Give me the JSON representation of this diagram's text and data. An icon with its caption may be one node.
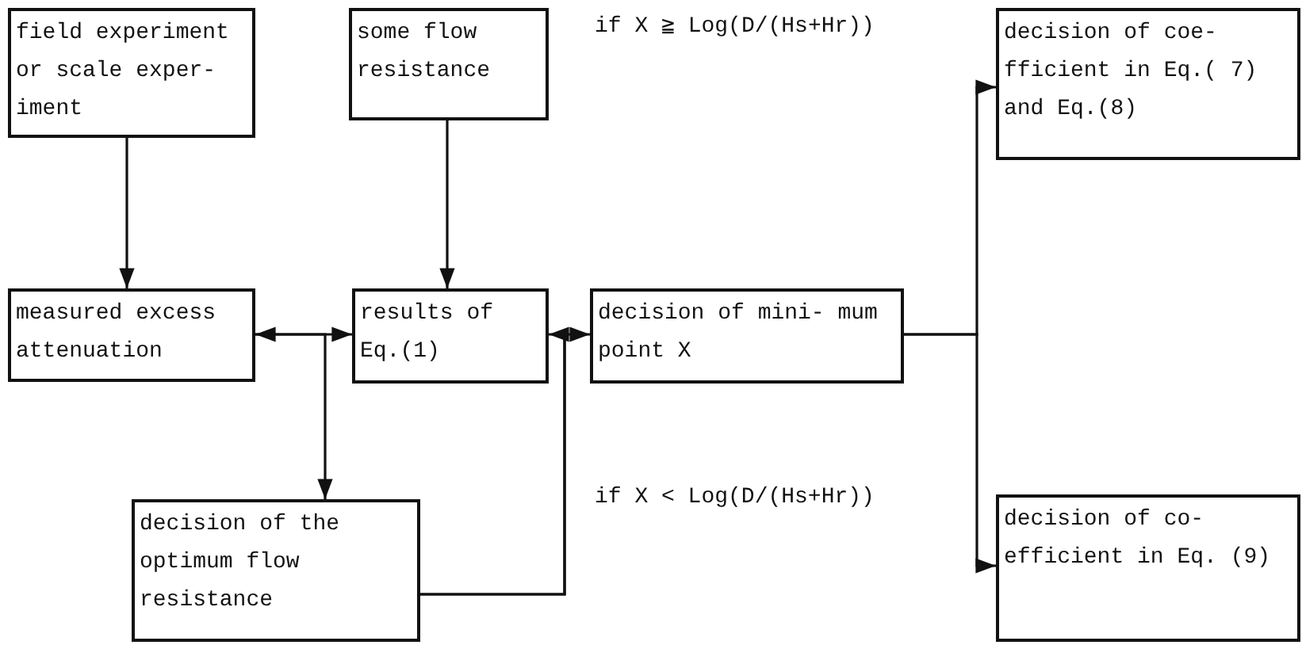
{
  "diagram": {
    "nodes": [
      {
        "text": [
          "field experiment or scale exper- iment"
        ]
      },
      {
        "text": [
          "some flow resistance"
        ]
      },
      {
        "text": [
          "measured excess attenuation"
        ]
      },
      {
        "text": [
          "results of Eq.(1)"
        ]
      },
      {
        "text": [
          "decision of mini- mum point X"
        ]
      },
      {
        "text": [
          "decision of the optimum flow resistance"
        ]
      },
      {
        "text": [
          "decision of coe- fficient in Eq.( 7) and Eq.(8)"
        ]
      },
      {
        "text": [
          "decision of co- efficient in Eq. (9)"
        ]
      }
    ],
    "edges": [
      {
        "from": 0,
        "to": 2,
        "arrow": "to"
      },
      {
        "from": 1,
        "to": 3,
        "arrow": "to"
      },
      {
        "from": 2,
        "to": 3,
        "arrow": "both"
      },
      {
        "from": 2,
        "to": 5,
        "arrow": "to"
      },
      {
        "from": 5,
        "to": 3,
        "arrow": "to"
      },
      {
        "from": 5,
        "to": 4,
        "arrow": "to"
      },
      {
        "from": 4,
        "to": 6,
        "arrow": "to"
      },
      {
        "from": 4,
        "to": 7,
        "arrow": "to"
      }
    ],
    "labels": [
      "if X ≧ Log(D/(Hs+Hr))",
      "if X < Log(D/(Hs+Hr))"
    ]
  }
}
